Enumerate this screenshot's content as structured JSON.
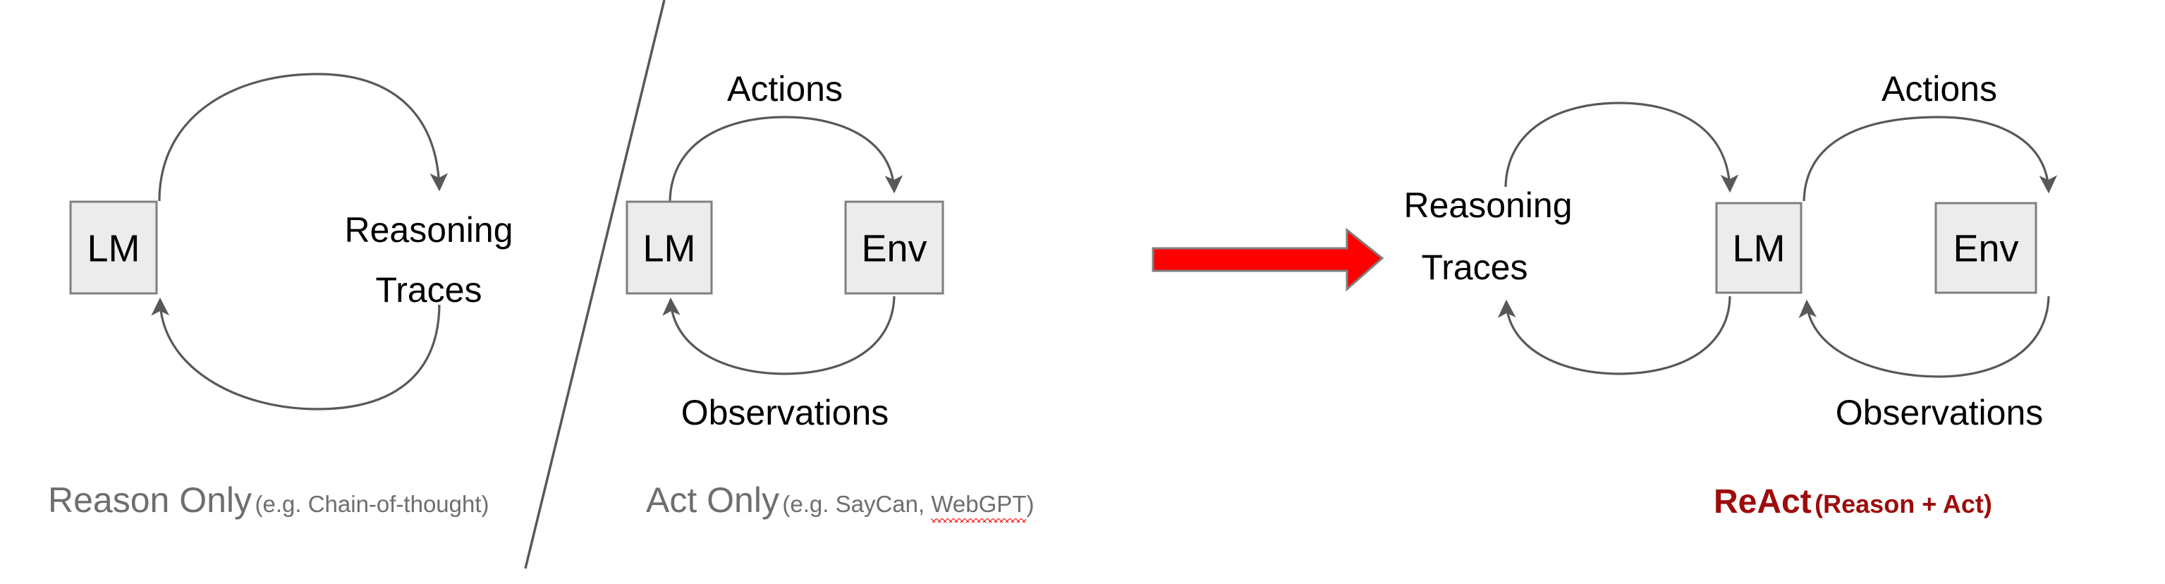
{
  "figure": {
    "title": "ReAct paradigm comparison diagram",
    "background_color": "#ffffff",
    "node_fill": "#ececec",
    "node_stroke": "#7f7f7f",
    "arrow_color": "#58585a",
    "red_arrow_color": "#ff0000",
    "react_text_color": "#9e0b0b",
    "caption_gray": "#6e6e6e"
  },
  "panels": {
    "reason_only": {
      "nodes": [
        {
          "id": "lm",
          "label": "LM"
        }
      ],
      "labels": {
        "loop_line1": "Reasoning",
        "loop_line2": "Traces"
      },
      "caption_main": "Reason Only",
      "caption_sub": "(e.g. Chain-of-thought)"
    },
    "act_only": {
      "nodes": [
        {
          "id": "lm",
          "label": "LM"
        },
        {
          "id": "env",
          "label": "Env"
        }
      ],
      "labels": {
        "top": "Actions",
        "bottom": "Observations"
      },
      "caption_main": "Act Only",
      "caption_sub_before": "(e.g. SayCan, ",
      "caption_sub_misspelled": "WebGPT",
      "caption_sub_after": ")"
    },
    "react": {
      "nodes": [
        {
          "id": "lm",
          "label": "LM"
        },
        {
          "id": "env",
          "label": "Env"
        }
      ],
      "labels": {
        "reason_line1": "Reasoning",
        "reason_line2": "Traces",
        "top": "Actions",
        "bottom": "Observations"
      },
      "caption_main": "ReAct",
      "caption_sub": "(Reason + Act)"
    }
  },
  "transition_arrow": {
    "name": "red-right-arrow",
    "direction": "right",
    "color": "#ff0000"
  }
}
